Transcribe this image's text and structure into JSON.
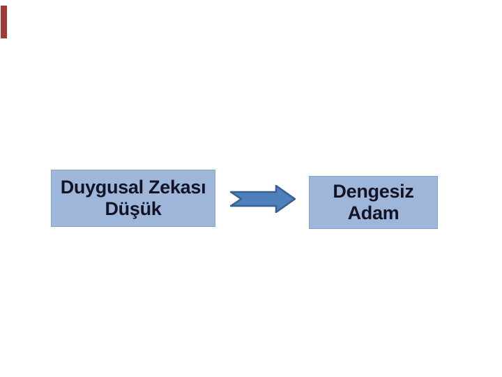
{
  "slide": {
    "background_color": "#ffffff",
    "accent_bar": {
      "description": "small dark red decorative bar at top-left edge",
      "color": "#9e3a38"
    }
  },
  "diagram": {
    "cause_box": {
      "text": "Duygusal Zekası Düşük",
      "lines": [
        "Duygusal Zekası",
        "Düşük"
      ],
      "fill_color": "#9eb6d9",
      "border_color": "#8aa3c7",
      "text_color": "#131326"
    },
    "arrow": {
      "shape": "notched-right-arrow",
      "direction": "right",
      "fill_color": "#4e80bc",
      "border_color": "#38618f"
    },
    "effect_box": {
      "text": "Dengesiz Adam",
      "lines": [
        "Dengesiz",
        "Adam"
      ],
      "fill_color": "#9eb6d9",
      "border_color": "#8aa3c7",
      "text_color": "#131326"
    }
  }
}
